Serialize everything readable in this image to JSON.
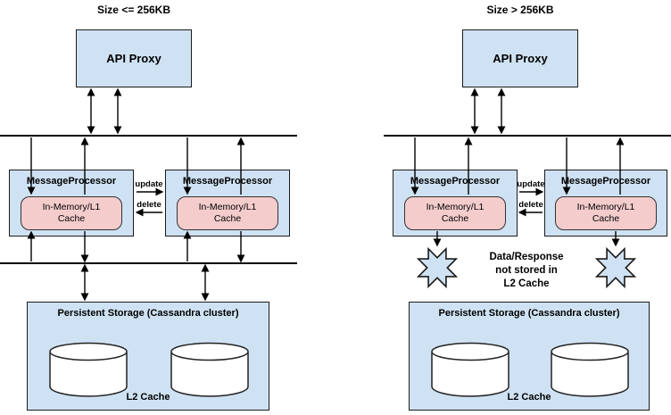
{
  "colors": {
    "box-fill": "#cfe2f3",
    "cache-fill": "#f4cccc",
    "box-border": "#1b1b1b",
    "arrow": "#000000"
  },
  "left": {
    "title": "Size <= 256KB",
    "api_proxy_label": "API Proxy",
    "mp1_label": "MessageProcessor",
    "mp1_cache_label": "In-Memory/L1 Cache",
    "mp2_label": "MessageProcessor",
    "mp2_cache_label": "In-Memory/L1 Cache",
    "update_label": "update",
    "delete_label": "delete",
    "storage_label": "Persistent Storage (Cassandra cluster)",
    "l2_cache_label": "L2 Cache"
  },
  "right": {
    "title": "Size > 256KB",
    "api_proxy_label": "API Proxy",
    "mp1_label": "MessageProcessor",
    "mp1_cache_label": "In-Memory/L1 Cache",
    "mp2_label": "MessageProcessor",
    "mp2_cache_label": "In-Memory/L1 Cache",
    "update_label": "update",
    "delete_label": "delete",
    "storage_label": "Persistent Storage (Cassandra cluster)",
    "l2_cache_label": "L2 Cache",
    "blocked_note": "Data/Response\nnot stored in\nL2 Cache"
  }
}
